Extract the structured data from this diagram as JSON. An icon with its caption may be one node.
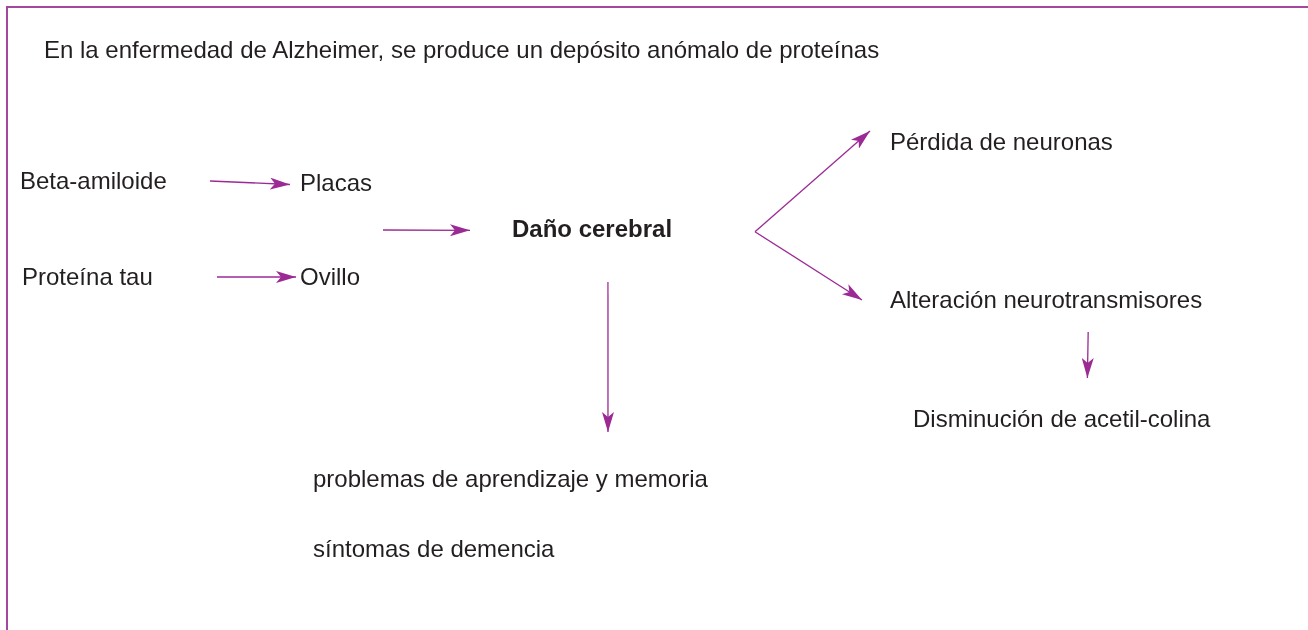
{
  "diagram": {
    "title": "En la enfermedad de Alzheimer, se produce un depósito anómalo de proteínas",
    "nodes": [
      {
        "text": [
          "Beta-amiloide"
        ]
      },
      {
        "text": [
          "Placas"
        ]
      },
      {
        "text": [
          "Proteína tau"
        ]
      },
      {
        "text": [
          "Ovillo"
        ]
      },
      {
        "text": [
          "Daño cerebral"
        ]
      },
      {
        "text": [
          "Pérdida de neuronas"
        ]
      },
      {
        "text": [
          "Alteración neurotransmisores"
        ]
      },
      {
        "text": [
          "Disminución de acetil-colina"
        ]
      },
      {
        "text": [
          "problemas de aprendizaje y memoria",
          "síntomas de demencia"
        ]
      }
    ],
    "edges": [
      {
        "from": 0,
        "to": 1,
        "arrow": "to"
      },
      {
        "from": 2,
        "to": 3,
        "arrow": "to"
      },
      {
        "from": null,
        "to": 4,
        "arrow": "to"
      },
      {
        "from": 4,
        "to": 5,
        "arrow": "to"
      },
      {
        "from": 4,
        "to": 6,
        "arrow": "to"
      },
      {
        "from": 6,
        "to": 7,
        "arrow": "to"
      },
      {
        "from": 4,
        "to": 8,
        "arrow": "to"
      }
    ]
  }
}
